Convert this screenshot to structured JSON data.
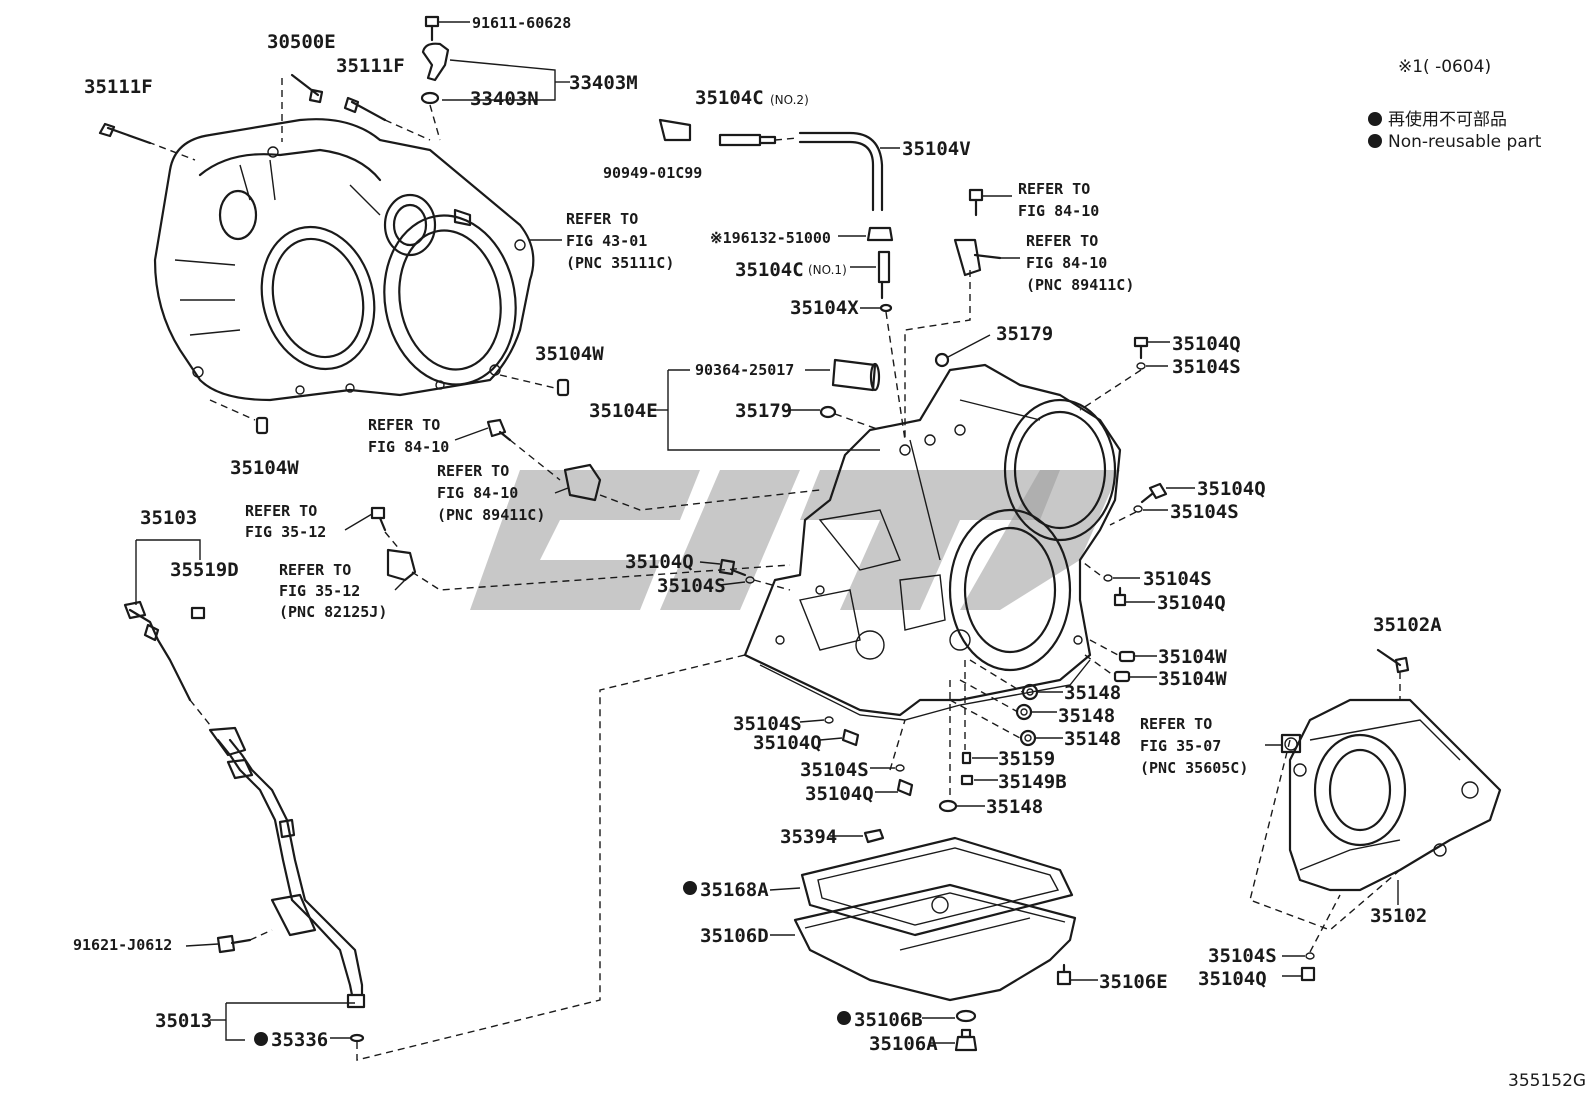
{
  "note_top": "※1(      -0604)",
  "legend": {
    "ja": "再使用不可部品",
    "en": "Non-reusable part"
  },
  "figure_id": "355152G",
  "labels": {
    "l_35111F_a": "35111F",
    "l_30500E": "30500E",
    "l_35111F_b": "35111F",
    "l_91611": "91611-60628",
    "l_33403M": "33403M",
    "l_33403N": "33403N",
    "l_35104C_2": "35104C",
    "l_no2": "(NO.2)",
    "l_90949": "90949-01C99",
    "l_35104V": "35104V",
    "l_ref_84_10_a1": "REFER TO",
    "l_ref_84_10_a2": "FIG 84-10",
    "l_ref_84_10_b1": "REFER TO",
    "l_ref_84_10_b2": "FIG 84-10",
    "l_ref_84_10_b3": "(PNC 89411C)",
    "l_ref_43_1": "REFER TO",
    "l_ref_43_2": "FIG 43-01",
    "l_ref_43_3": "(PNC 35111C)",
    "l_196132": "※196132-51000",
    "l_35104C_1": "35104C",
    "l_no1": "(NO.1)",
    "l_35104X": "35104X",
    "l_35104W_a": "35104W",
    "l_35104W_b": "35104W",
    "l_35179_a": "35179",
    "l_35104Q_a": "35104Q",
    "l_35104S_a": "35104S",
    "l_90364": "90364-25017",
    "l_35104E": "35104E",
    "l_35179_b": "35179",
    "l_ref_84_10_c1": "REFER TO",
    "l_ref_84_10_c2": "FIG 84-10",
    "l_ref_84_10_d1": "REFER TO",
    "l_ref_84_10_d2": "FIG 84-10",
    "l_ref_84_10_d3": "(PNC 89411C)",
    "l_35104Q_b": "35104Q",
    "l_35104S_b": "35104S",
    "l_35103": "35103",
    "l_35519D": "35519D",
    "l_ref_35_12_a1": "REFER TO",
    "l_ref_35_12_a2": "FIG 35-12",
    "l_ref_35_12_b1": "REFER TO",
    "l_ref_35_12_b2": "FIG 35-12",
    "l_ref_35_12_b3": "(PNC 82125J)",
    "l_35104Q_c": "35104Q",
    "l_35104S_c": "35104S",
    "l_35104S_d": "35104S",
    "l_35104Q_d": "35104Q",
    "l_35102A": "35102A",
    "l_35104W_c": "35104W",
    "l_35104W_d": "35104W",
    "l_35148_a": "35148",
    "l_35148_b": "35148",
    "l_35148_c": "35148",
    "l_35104S_e": "35104S",
    "l_35104Q_e": "35104Q",
    "l_ref_35_07_1": "REFER TO",
    "l_ref_35_07_2": "FIG 35-07",
    "l_ref_35_07_3": "(PNC 35605C)",
    "l_35159": "35159",
    "l_35104S_f": "35104S",
    "l_35149B": "35149B",
    "l_35104Q_f": "35104Q",
    "l_35148_d": "35148",
    "l_35394": "35394",
    "l_35168A": "35168A",
    "l_35102": "35102",
    "l_35106D": "35106D",
    "l_91621": "91621-J0612",
    "l_35104S_g": "35104S",
    "l_35104Q_g": "35104Q",
    "l_35106E": "35106E",
    "l_35013": "35013",
    "l_35336": "35336",
    "l_35106B": "35106B",
    "l_35106A": "35106A"
  }
}
